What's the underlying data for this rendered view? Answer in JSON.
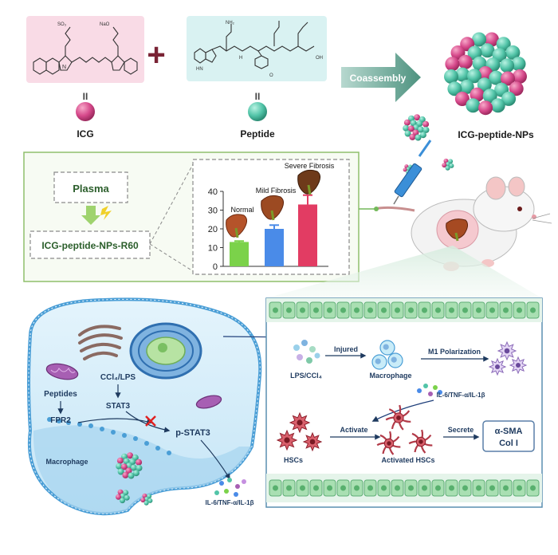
{
  "top": {
    "icg_label": "ICG",
    "peptide_label": "Peptide",
    "plus": "+",
    "equiv": "II",
    "arrow_label": "Coassembly",
    "nps_label": "ICG-peptide-NPs",
    "icg_struct_text": {
      "so3": "SO₃",
      "naso": "NaO",
      "n": "N"
    },
    "peptide_struct_text": {
      "nh2": "NH₂",
      "oh": "OH",
      "h": "H",
      "o": "O",
      "hn": "HN"
    }
  },
  "middle": {
    "plasma_label": "Plasma",
    "nps_r60_label": "ICG-peptide-NPs-R60",
    "chart_data": {
      "type": "bar",
      "categories": [
        "Normal",
        "Mild Fibrosis",
        "Severe Fibrosis"
      ],
      "values": [
        13,
        20,
        33
      ],
      "errors": [
        0.5,
        2,
        5
      ],
      "yticks": [
        "0",
        "10",
        "20",
        "30",
        "40"
      ],
      "ylim": [
        0,
        40
      ],
      "colors": [
        "#7bd24a",
        "#4a8be8",
        "#e23c63"
      ]
    }
  },
  "cell": {
    "ccl4_lps": "CCl₄/LPS",
    "peptides": "Peptides",
    "stat3": "STAT3",
    "fpr2": "FPR2",
    "p_stat3": "p-STAT3",
    "macrophage": "Macrophage",
    "cytokines": "IL-6/TNF-α/IL-1β"
  },
  "tissue": {
    "lps_ccl4": "LPS/CCl₄",
    "injured": "Injured",
    "macrophage": "Macrophage",
    "m1_polarization": "M1 Polarization",
    "cytokines": "IL-6/TNF-α/IL-1β",
    "hscs": "HSCs",
    "activate": "Activate",
    "activated_hscs": "Activated HSCs",
    "secrete": "Secrete",
    "alpha_sma": "α-SMA",
    "col_i": "Col I"
  },
  "colors": {
    "icg_panel": "#f9dbe6",
    "peptide_panel": "#d9f2f2",
    "arrow": "#5e9c8b",
    "pink_particle": "#d6498b",
    "teal_particle": "#52c4a8",
    "middle_border": "#8fbf6c",
    "cell_fill": "#d9eefa",
    "membrane": "#4a9ed6",
    "sinusoid": "#9ad6a6",
    "hsc": "#c93b4a",
    "text_dark": "#1e3a5f"
  }
}
